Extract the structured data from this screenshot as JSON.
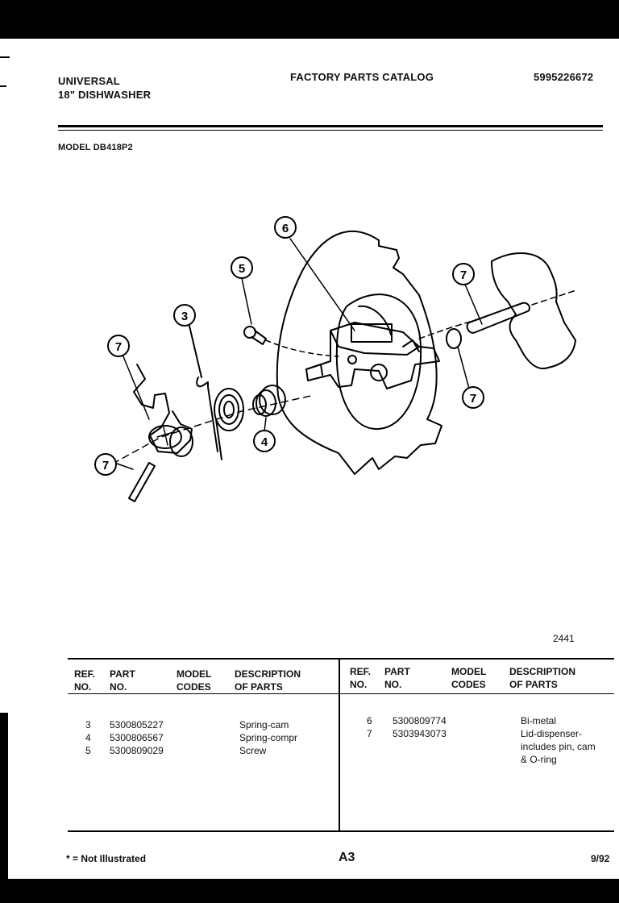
{
  "header": {
    "brand": "UNIVERSAL",
    "product": "18\" DISHWASHER",
    "catalog_title": "FACTORY PARTS CATALOG",
    "catalog_number": "5995226672",
    "model": "MODEL DB418P2"
  },
  "diagram": {
    "figure_number": "2441",
    "callouts": [
      "6",
      "5",
      "7",
      "3",
      "7",
      "7",
      "4",
      "7"
    ]
  },
  "table": {
    "headers": {
      "ref_no": [
        "REF.",
        "NO."
      ],
      "part_no": [
        "PART",
        "NO."
      ],
      "model_codes": [
        "MODEL",
        "CODES"
      ],
      "description": [
        "DESCRIPTION",
        "OF PARTS"
      ]
    },
    "left_rows": [
      {
        "ref": "3",
        "part": "5300805227",
        "desc": "Spring-cam"
      },
      {
        "ref": "4",
        "part": "5300806567",
        "desc": "Spring-compr"
      },
      {
        "ref": "5",
        "part": "5300809029",
        "desc": "Screw"
      }
    ],
    "right_rows": [
      {
        "ref": "6",
        "part": "5300809774",
        "desc": [
          "Bi-metal"
        ]
      },
      {
        "ref": "7",
        "part": "5303943073",
        "desc": [
          "Lid-dispenser-",
          "includes pin, cam",
          "& O-ring"
        ]
      }
    ]
  },
  "footer": {
    "note": "* = Not Illustrated",
    "page": "A3",
    "date": "9/92"
  }
}
